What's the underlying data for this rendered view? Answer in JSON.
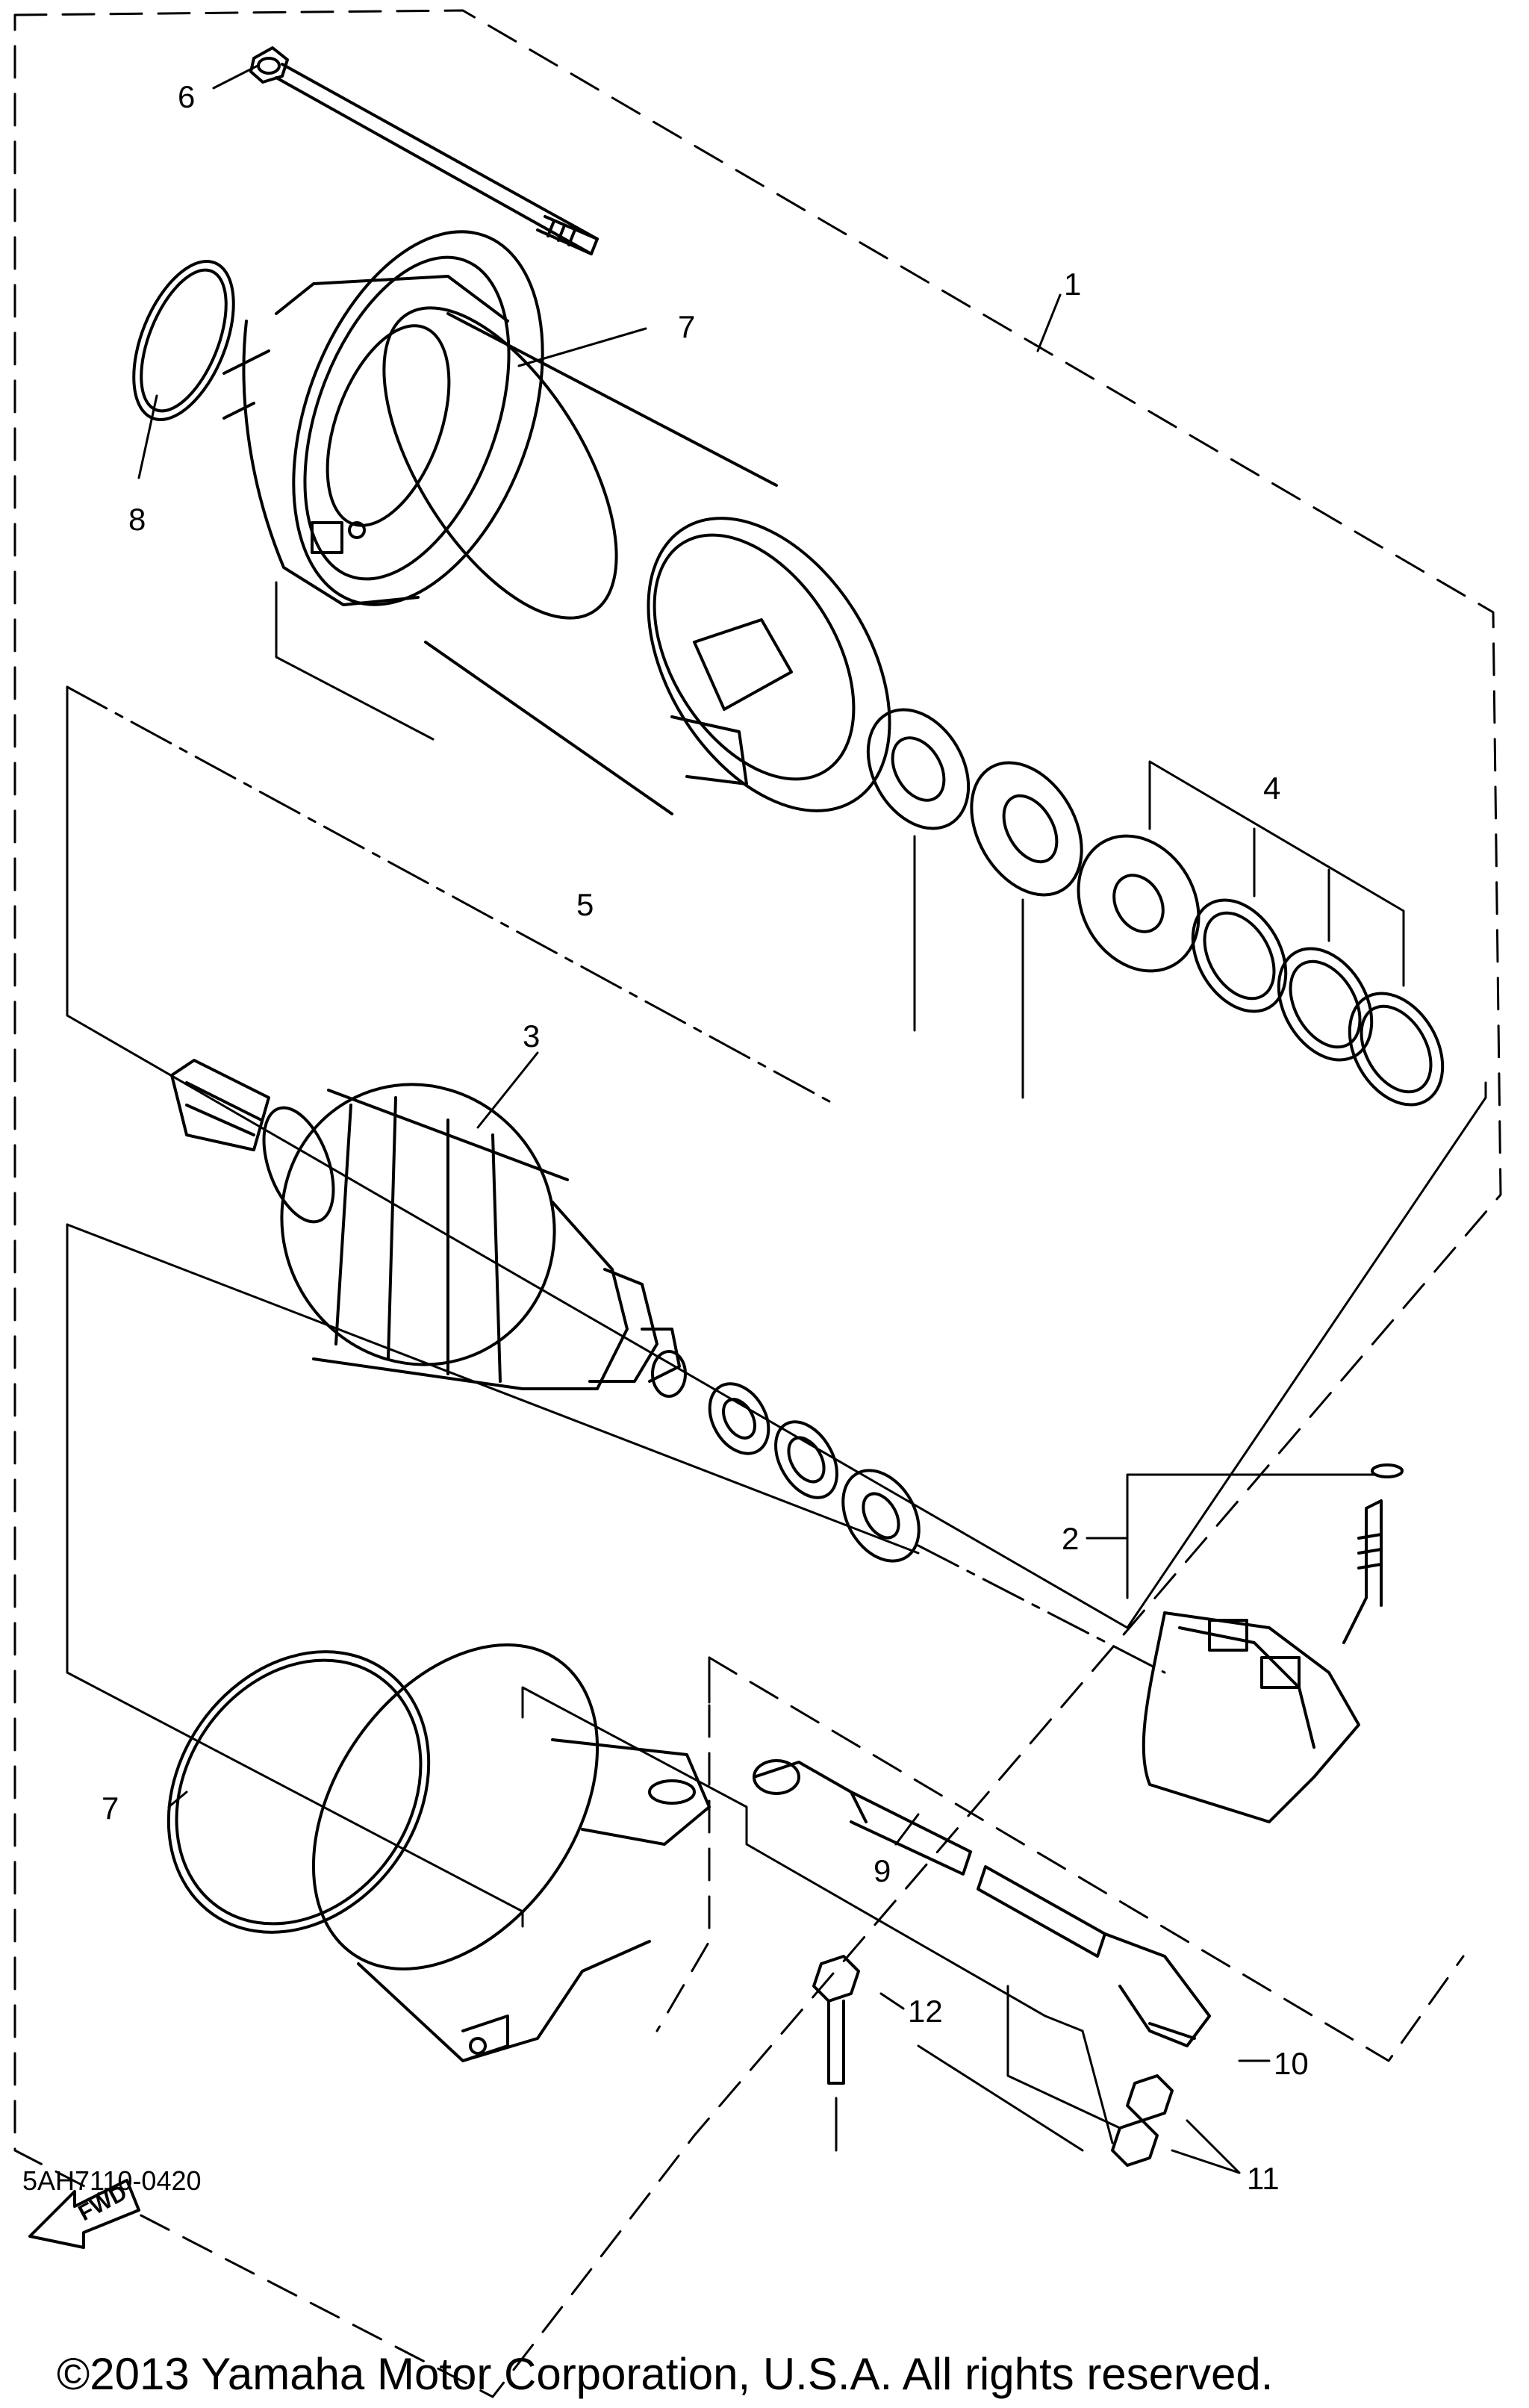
{
  "diagram": {
    "callouts": [
      {
        "id": "1",
        "label": "1"
      },
      {
        "id": "2",
        "label": "2"
      },
      {
        "id": "3",
        "label": "3"
      },
      {
        "id": "4",
        "label": "4"
      },
      {
        "id": "5",
        "label": "5"
      },
      {
        "id": "6",
        "label": "6"
      },
      {
        "id": "7a",
        "label": "7"
      },
      {
        "id": "7b",
        "label": "7"
      },
      {
        "id": "8",
        "label": "8"
      },
      {
        "id": "9",
        "label": "9"
      },
      {
        "id": "10",
        "label": "10"
      },
      {
        "id": "11",
        "label": "11"
      },
      {
        "id": "12",
        "label": "12"
      }
    ],
    "fwd_label": "FWD",
    "diagram_code": "5AH7110-0420",
    "copyright": "©2013 Yamaha Motor Corporation, U.S.A. All rights reserved."
  }
}
